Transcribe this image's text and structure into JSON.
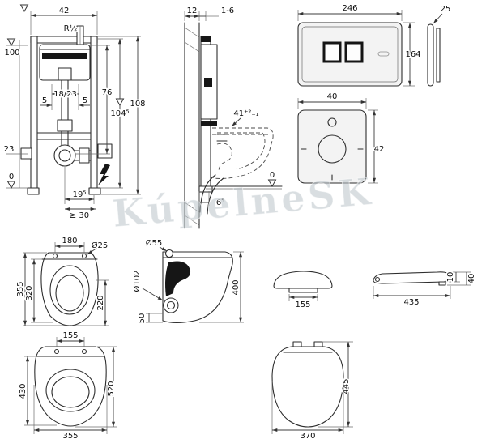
{
  "watermark": "KúpelneSK",
  "frame_front": {
    "width": "42",
    "supply": "R½",
    "level_100": "100",
    "depth_range": "18/23",
    "offset_left": "5",
    "offset_right": "5",
    "height_76": "76",
    "height_108": "108",
    "height_104_5": "104⁵",
    "level_23": "23",
    "level_0": "0",
    "dim_19_5": "19⁵",
    "dim_min_30": "≥ 30"
  },
  "section": {
    "wall_12": "12",
    "gap_1_6": "1-6",
    "bowl_height": "41⁺²₋₁",
    "level_0": "0",
    "dim_6_5": "6⁵"
  },
  "flush_plate": {
    "width": "246",
    "height": "164",
    "thickness": "25"
  },
  "insulation_mat": {
    "width": "40",
    "height": "42"
  },
  "bowl_top_view": {
    "hole_spacing": "180",
    "hole_dia": "Ø25",
    "width_355": "355",
    "width_320": "320",
    "width_220": "220"
  },
  "bowl_side_view": {
    "inlet_dia": "Ø55",
    "outlet_dia": "Ø102",
    "height_400": "400",
    "dim_50": "50"
  },
  "seat_front_view": {
    "hinge_155": "155"
  },
  "seat_side_view": {
    "length_435": "435",
    "thickness_10": "10",
    "height_40": "40"
  },
  "bowl_front_view": {
    "hole_155": "155",
    "dim_430": "430",
    "dim_520": "520",
    "width_355": "355"
  },
  "seat_top_view": {
    "length_445": "445",
    "width_370": "370"
  }
}
